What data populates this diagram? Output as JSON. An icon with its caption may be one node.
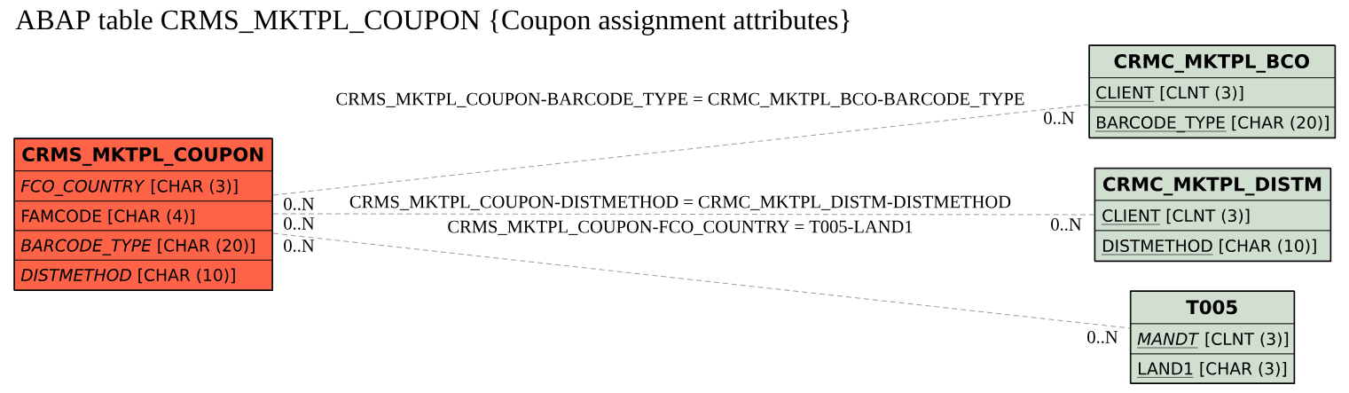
{
  "diagram": {
    "title": "ABAP table CRMS_MKTPL_COUPON {Coupon assignment attributes}",
    "nodes": [
      {
        "text": [
          "CRMS_MKTPL_COUPON",
          "*FCO_COUNTRY* [CHAR (3)]",
          "FAMCODE [CHAR (4)]",
          "*BARCODE_TYPE* [CHAR (20)]",
          "*DISTMETHOD* [CHAR (10)]"
        ]
      },
      {
        "text": [
          "CRMC_MKTPL_BCO",
          "CLIENT [CLNT (3)]",
          "BARCODE_TYPE [CHAR (20)]"
        ]
      },
      {
        "text": [
          "CRMC_MKTPL_DISTM",
          "CLIENT [CLNT (3)]",
          "DISTMETHOD [CHAR (10)]"
        ]
      },
      {
        "text": [
          "T005",
          "*MANDT* [CLNT (3)]",
          "LAND1 [CHAR (3)]"
        ]
      }
    ],
    "edges": [
      {
        "from": 0,
        "to": 1,
        "arrow": "none",
        "style": "dashed",
        "label": "CRMS_MKTPL_COUPON-BARCODE_TYPE = CRMC_MKTPL_BCO-BARCODE_TYPE"
      },
      {
        "from": 0,
        "to": 2,
        "arrow": "none",
        "style": "dashed",
        "label": "CRMS_MKTPL_COUPON-DISTMETHOD = CRMC_MKTPL_DISTM-DISTMETHOD"
      },
      {
        "from": 0,
        "to": 3,
        "arrow": "none",
        "style": "dashed",
        "label": "CRMS_MKTPL_COUPON-FCO_COUNTRY = T005-LAND1"
      }
    ],
    "labels": [
      "0..N",
      "0..N",
      "0..N",
      "0..N",
      "0..N",
      "0..N"
    ]
  }
}
